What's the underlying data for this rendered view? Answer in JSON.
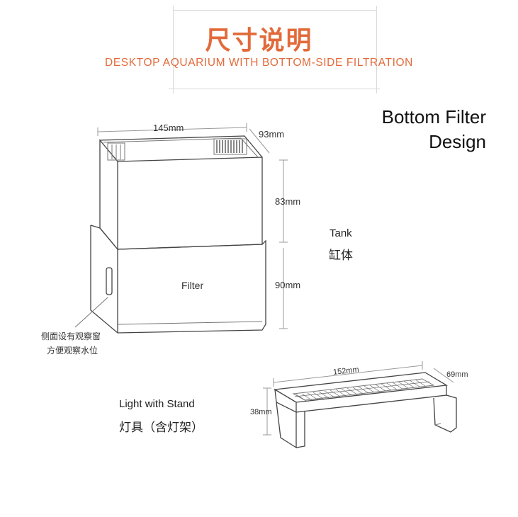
{
  "header": {
    "title_cn": "尺寸说明",
    "title_en": "DESKTOP AQUARIUM WITH BOTTOM-SIDE FILTRATION"
  },
  "heading": {
    "line1": "Bottom Filter",
    "line2": "Design"
  },
  "tank": {
    "label_en": "Tank",
    "label_cn": "缸体",
    "width": "145mm",
    "depth": "93mm",
    "tank_height": "83mm",
    "filter_height": "90mm",
    "filter_label": "Filter",
    "window_note_line1": "侧面设有观察窗",
    "window_note_line2": "方便观察水位"
  },
  "light": {
    "label_en": "Light with Stand",
    "label_cn": "灯具（含灯架）",
    "length": "152mm",
    "depth": "69mm",
    "height": "38mm"
  },
  "colors": {
    "accent": "#e26a3a",
    "line": "#444444",
    "frame": "#d9d9d9"
  }
}
